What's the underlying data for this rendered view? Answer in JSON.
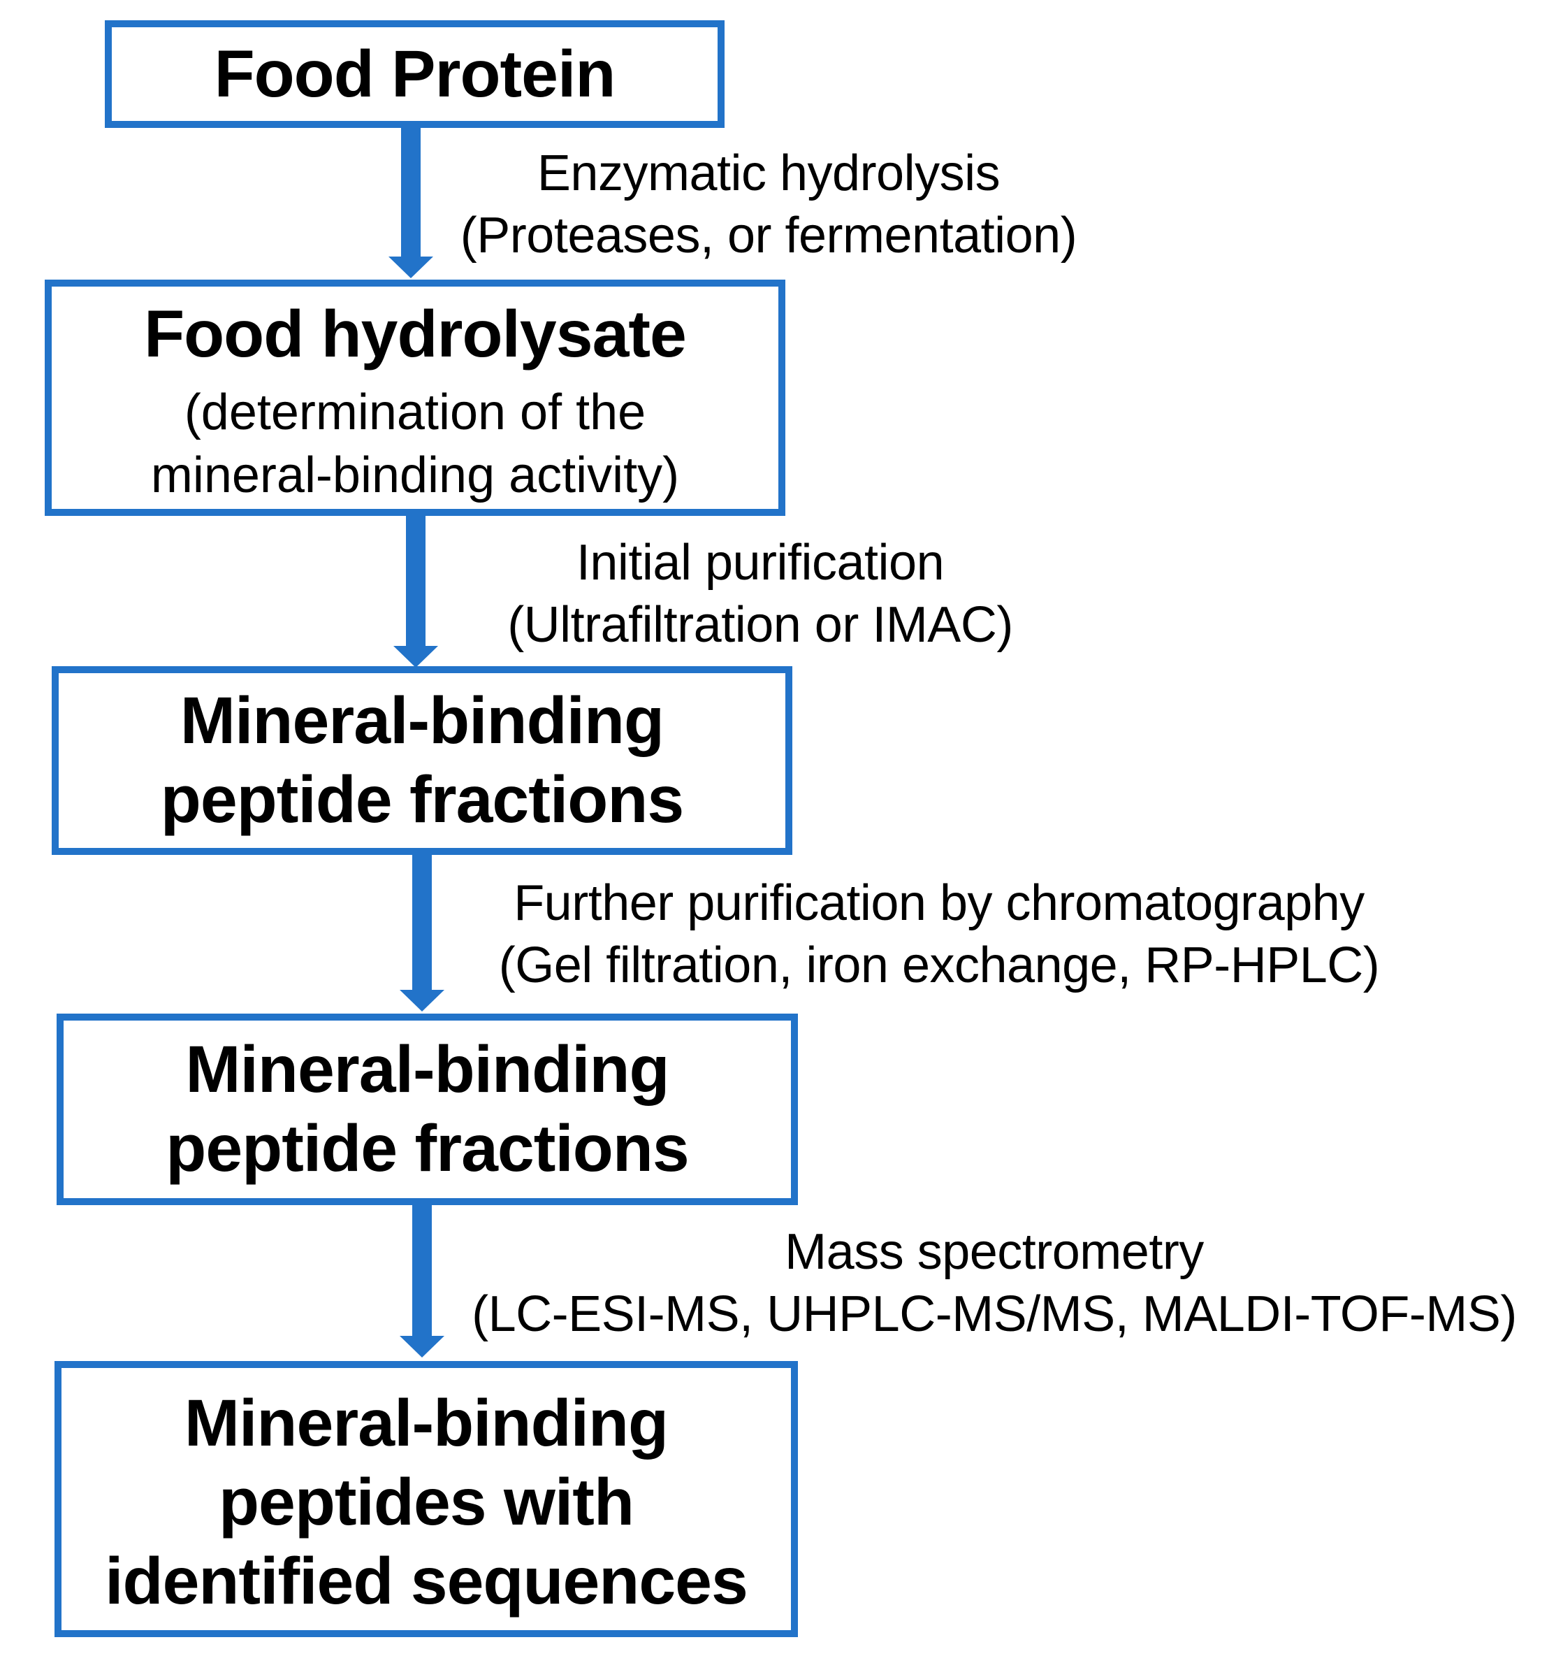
{
  "flowchart": {
    "colors": {
      "accent_blue": "#2273C9",
      "text": "#000000",
      "background": "#FFFFFF"
    },
    "boxes": [
      {
        "id": "food-protein",
        "title": "Food Protein",
        "subtitle": ""
      },
      {
        "id": "food-hydrolysate",
        "title": "Food hydrolysate",
        "subtitle": "(determination of the\nmineral-binding activity)"
      },
      {
        "id": "mineral-binding-peptide-fractions-1",
        "title": "Mineral-binding\npeptide fractions",
        "subtitle": ""
      },
      {
        "id": "mineral-binding-peptide-fractions-2",
        "title": "Mineral-binding\npeptide fractions",
        "subtitle": ""
      },
      {
        "id": "identified-peptides",
        "title": "Mineral-binding\npeptides with\nidentified sequences",
        "subtitle": ""
      }
    ],
    "arrows": [
      {
        "id": "step-1",
        "label": "Enzymatic hydrolysis\n(Proteases, or fermentation)"
      },
      {
        "id": "step-2",
        "label": "Initial purification\n(Ultrafiltration or IMAC)"
      },
      {
        "id": "step-3",
        "label": "Further purification by chromatography\n(Gel filtration, iron exchange, RP-HPLC)"
      },
      {
        "id": "step-4",
        "label": "Mass spectrometry\n(LC-ESI-MS, UHPLC-MS/MS, MALDI-TOF-MS)"
      }
    ]
  }
}
